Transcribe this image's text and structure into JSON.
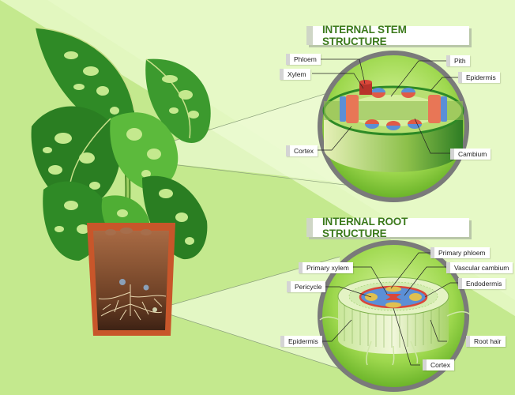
{
  "stem": {
    "title": "INTERNAL STEM STRUCTURE",
    "labels": {
      "phloem": "Phloem",
      "xylem": "Xylem",
      "pith": "Pith",
      "epidermis": "Epidermis",
      "cortex": "Cortex",
      "cambium": "Cambium"
    }
  },
  "root": {
    "title": "INTERNAL ROOT STRUCTURE",
    "labels": {
      "primary_phloem": "Primary phloem",
      "primary_xylem": "Primary xylem",
      "vascular_cambium": "Vascular cambium",
      "pericycle": "Pericycle",
      "endodermis": "Endodermis",
      "epidermis": "Epidermis",
      "root_hair": "Root hair",
      "cortex": "Cortex"
    }
  },
  "colors": {
    "background_dark": "#c4e98e",
    "background_light": "#e6f9c6",
    "title_text": "#3c7a1c",
    "leaf_dark": "#2f8a26",
    "leaf_light": "#5cba3c",
    "pot": "#c8562a",
    "soil": "#7a4a2c",
    "xylem_red": "#d9473a",
    "phloem_blue": "#5b8fd6",
    "lens_ring": "#7a7a7a"
  }
}
